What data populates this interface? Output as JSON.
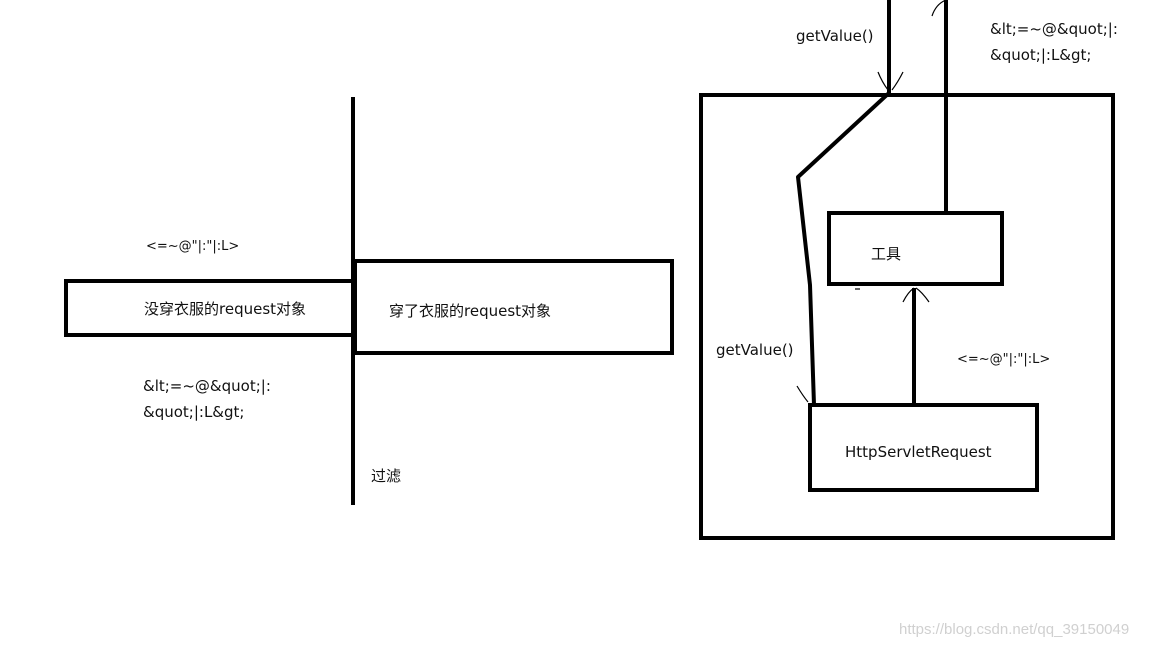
{
  "left": {
    "plain_request_label": "没穿衣服的request对象",
    "wrapped_request_label": "穿了衣服的request对象",
    "filter_label": "过滤",
    "encoded_chars": "<=~@\"|:\"|:L>",
    "escaped_chars": "&lt;=~@&quot;|:\n&quot;|:L&gt;"
  },
  "right": {
    "get_value_top": "getValue()",
    "get_value_inner": "getValue()",
    "escaped_chars_top": "&lt;=~@&quot;|:\n&quot;|:L&gt;",
    "tool_label": "工具",
    "encoded_chars": "<=~@\"|:\"|:L>",
    "http_servlet_request_label": "HttpServletRequest"
  },
  "watermark": "https://blog.csdn.net/qq_39150049",
  "colors": {
    "stroke": "#000000",
    "text": "#111111",
    "watermark": "#d0d0d0"
  }
}
